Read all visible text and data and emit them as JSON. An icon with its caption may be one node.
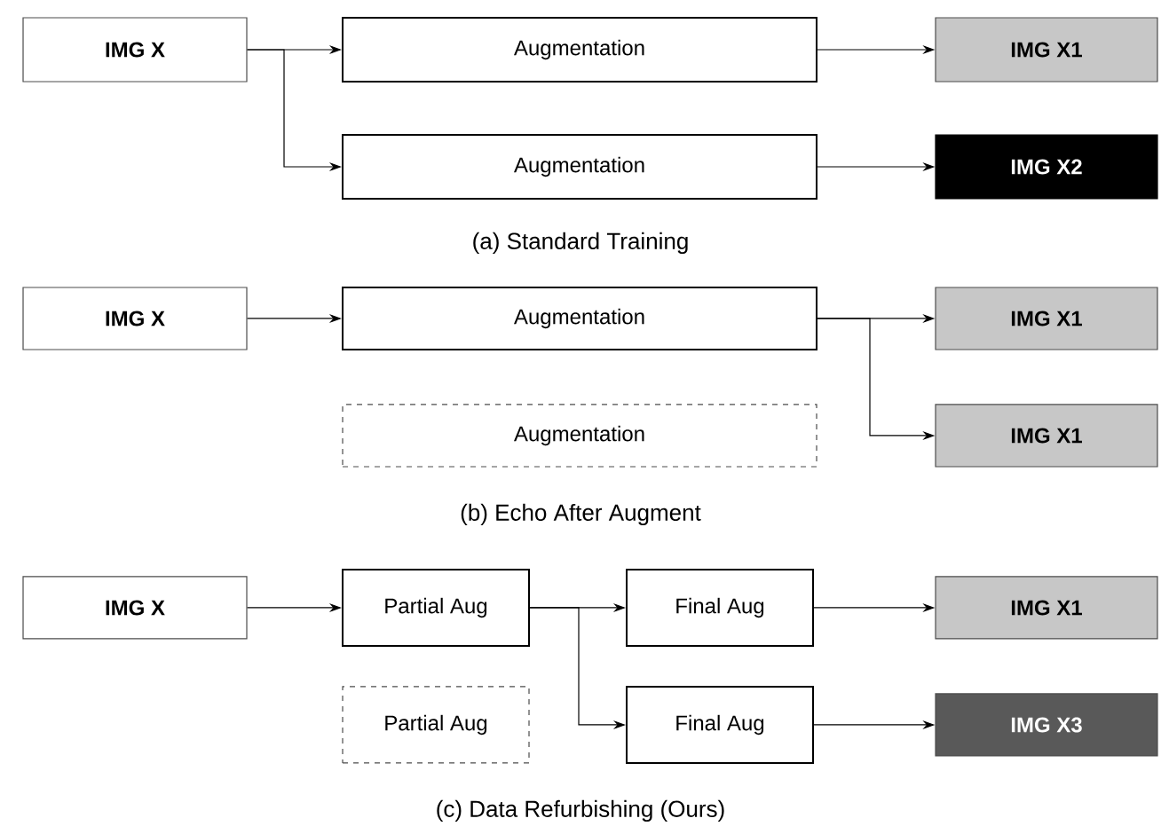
{
  "diagram": {
    "nodes": [
      {
        "text": [
          "IMG X"
        ]
      },
      {
        "text": [
          "Augmentation"
        ]
      },
      {
        "text": [
          "IMG X1"
        ]
      },
      {
        "text": [
          "Augmentation"
        ]
      },
      {
        "text": [
          "IMG X2"
        ]
      },
      {
        "text": [
          "IMG X"
        ]
      },
      {
        "text": [
          "Augmentation"
        ]
      },
      {
        "text": [
          "IMG X1"
        ]
      },
      {
        "text": [
          "Augmentation"
        ]
      },
      {
        "text": [
          "IMG X1"
        ]
      },
      {
        "text": [
          "IMG X"
        ]
      },
      {
        "text": [
          "Partial Aug"
        ]
      },
      {
        "text": [
          "Final Aug"
        ]
      },
      {
        "text": [
          "IMG X1"
        ]
      },
      {
        "text": [
          "Partial Aug"
        ]
      },
      {
        "text": [
          "Final Aug"
        ]
      },
      {
        "text": [
          "IMG X3"
        ]
      }
    ],
    "edges": [
      {
        "from": 0,
        "to": 1,
        "arrow": "to"
      },
      {
        "from": 0,
        "to": 3,
        "arrow": "to"
      },
      {
        "from": 1,
        "to": 2,
        "arrow": "to"
      },
      {
        "from": 3,
        "to": 4,
        "arrow": "to"
      },
      {
        "from": 5,
        "to": 6,
        "arrow": "to"
      },
      {
        "from": 6,
        "to": 7,
        "arrow": "to"
      },
      {
        "from": 6,
        "to": 9,
        "arrow": "to"
      },
      {
        "from": 10,
        "to": 11,
        "arrow": "to"
      },
      {
        "from": 11,
        "to": 12,
        "arrow": "to"
      },
      {
        "from": 11,
        "to": 15,
        "arrow": "to"
      },
      {
        "from": 12,
        "to": 13,
        "arrow": "to"
      },
      {
        "from": 15,
        "to": 16,
        "arrow": "to"
      }
    ],
    "labels": [
      "(a) Standard Training",
      "(b) Echo After Augment",
      "(c) Data Refurbishing (Ours)"
    ]
  }
}
